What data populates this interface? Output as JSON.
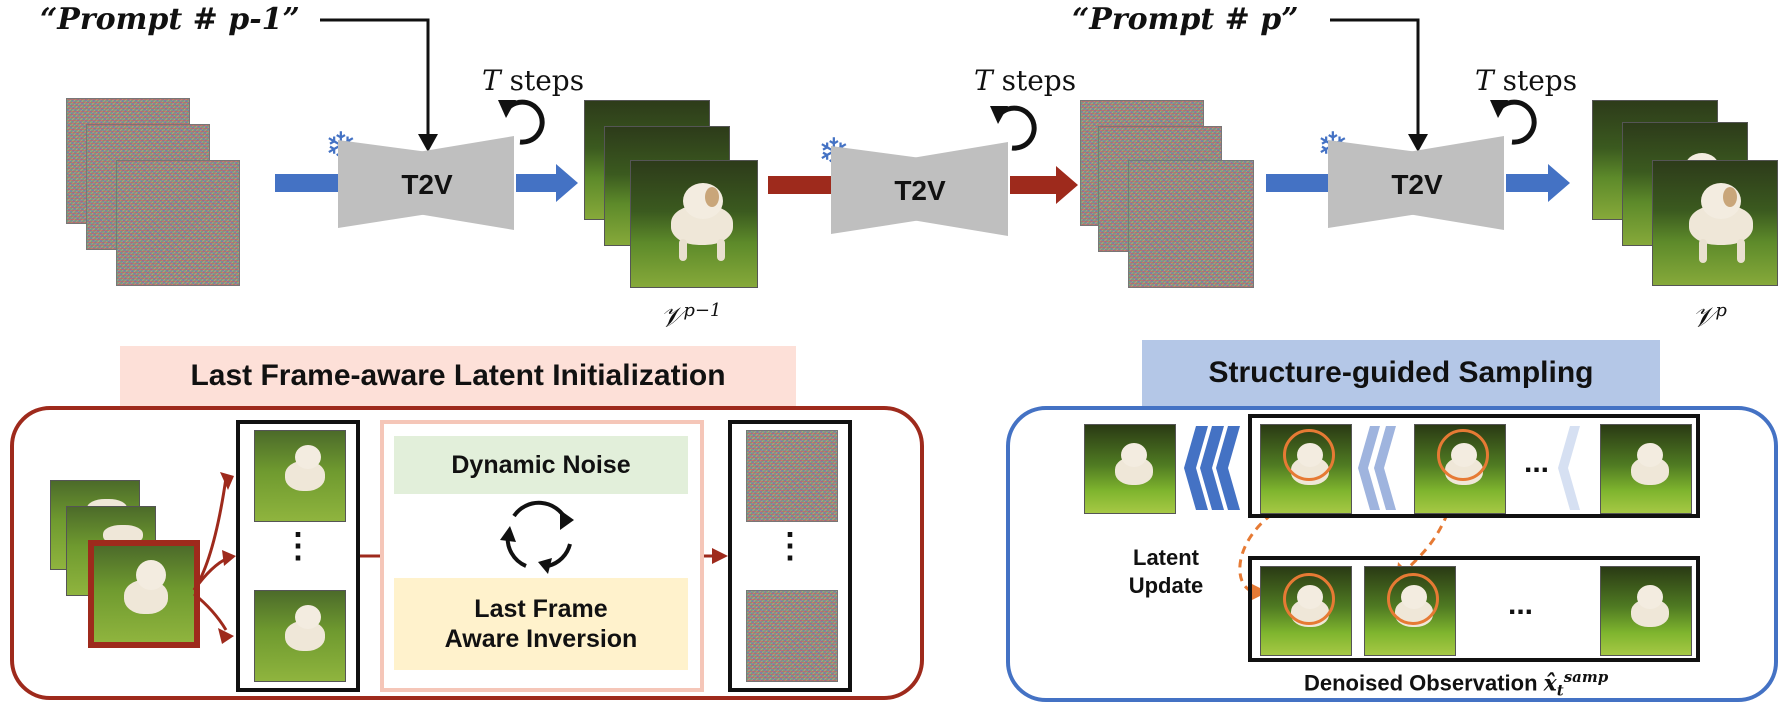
{
  "top": {
    "prompt_prev": "“Prompt # p-1”",
    "prompt_curr": "“Prompt # p”",
    "steps_T": "T",
    "steps_word": "steps",
    "t2v_label": "T2V",
    "video_prev_symbol": "𝒱",
    "video_prev_sup": "p−1",
    "video_curr_symbol": "𝒱",
    "video_curr_sup": "p"
  },
  "left_section": {
    "title": "Last Frame-aware Latent Initialization",
    "dots": "⋮",
    "dynamic_noise": "Dynamic Noise",
    "inversion_line1": "Last Frame",
    "inversion_line2": "Aware Inversion"
  },
  "right_section": {
    "title": "Structure-guided Sampling",
    "ellipsis": "...",
    "latent_update_line1": "Latent",
    "latent_update_line2": "Update",
    "denoised_label": "Denoised Observation",
    "denoised_symbol": "x̂",
    "denoised_sub": "t",
    "denoised_sup": "samp"
  },
  "colors": {
    "blue_arrow": "#4472c4",
    "red_arrow": "#9e2a1c",
    "gray_t2v": "#bfbfbf",
    "left_box_border": "#9e2a1c",
    "left_title_bg": "#fde0d8",
    "right_box_border": "#4472c4",
    "right_title_bg": "#b4c7e7",
    "dynamic_noise_bg": "#e2efda",
    "inversion_bg": "#fff2cc",
    "orange": "#e67a34"
  }
}
